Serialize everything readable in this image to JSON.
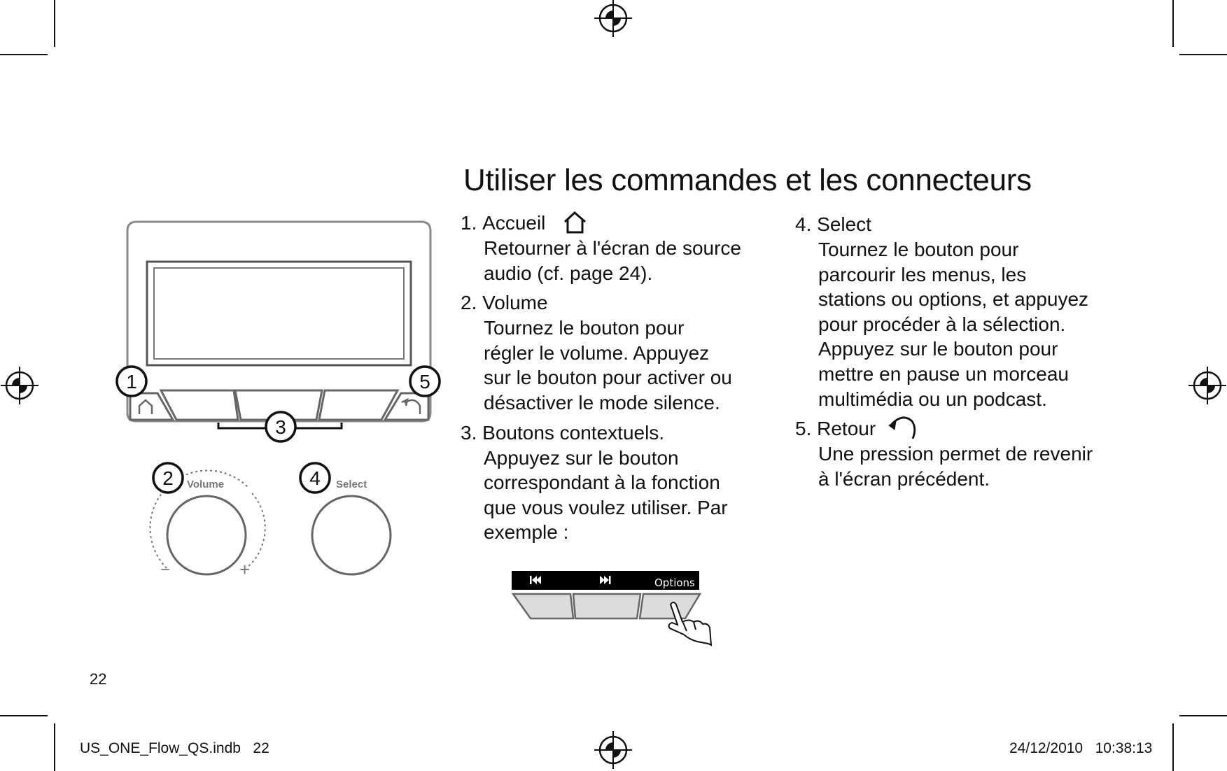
{
  "page": {
    "title": "Utiliser les commandes et les connecteurs",
    "page_number": "22"
  },
  "items": [
    {
      "number": "1.",
      "heading": "Accueil",
      "icon": "home-icon",
      "lines": [
        "Retourner à l'écran de source",
        "audio (cf. page 24)."
      ]
    },
    {
      "number": "2.",
      "heading": "Volume",
      "icon": "",
      "lines": [
        "Tournez le bouton pour",
        "régler le volume. Appuyez",
        "sur le bouton pour activer ou",
        "désactiver le mode silence."
      ]
    },
    {
      "number": "3.",
      "heading": "Boutons contextuels.",
      "icon": "",
      "lines": [
        "Appuyez sur le bouton",
        "correspondant à la fonction",
        "que vous voulez utiliser. Par",
        "exemple :"
      ]
    },
    {
      "number": "4.",
      "heading": "Select",
      "icon": "",
      "lines": [
        "Tournez le bouton pour",
        "parcourir les menus, les",
        "stations ou options, et appuyez",
        "pour procéder à la sélection.",
        "Appuyez sur le bouton pour",
        "mettre en pause un morceau",
        "multimédia ou un podcast."
      ]
    },
    {
      "number": "5.",
      "heading": "Retour",
      "icon": "back-icon",
      "lines": [
        "Une pression permet de revenir",
        "à l'écran précédent."
      ]
    }
  ],
  "device": {
    "callouts": [
      "1",
      "2",
      "3",
      "4",
      "5"
    ],
    "volume_label": "Volume",
    "select_label": "Select",
    "minus": "−",
    "plus": "+"
  },
  "example": {
    "prev_icon": "previous-track-icon",
    "next_icon": "next-track-icon",
    "options_label": "Options",
    "pointer_icon": "pointing-hand-icon"
  },
  "slug": {
    "file": "US_ONE_Flow_QS.indb   22",
    "timestamp": "24/12/2010   10:38:13"
  },
  "colors": {
    "ink": "#111111",
    "outline": "#555555",
    "key": "#dcdcdc"
  }
}
